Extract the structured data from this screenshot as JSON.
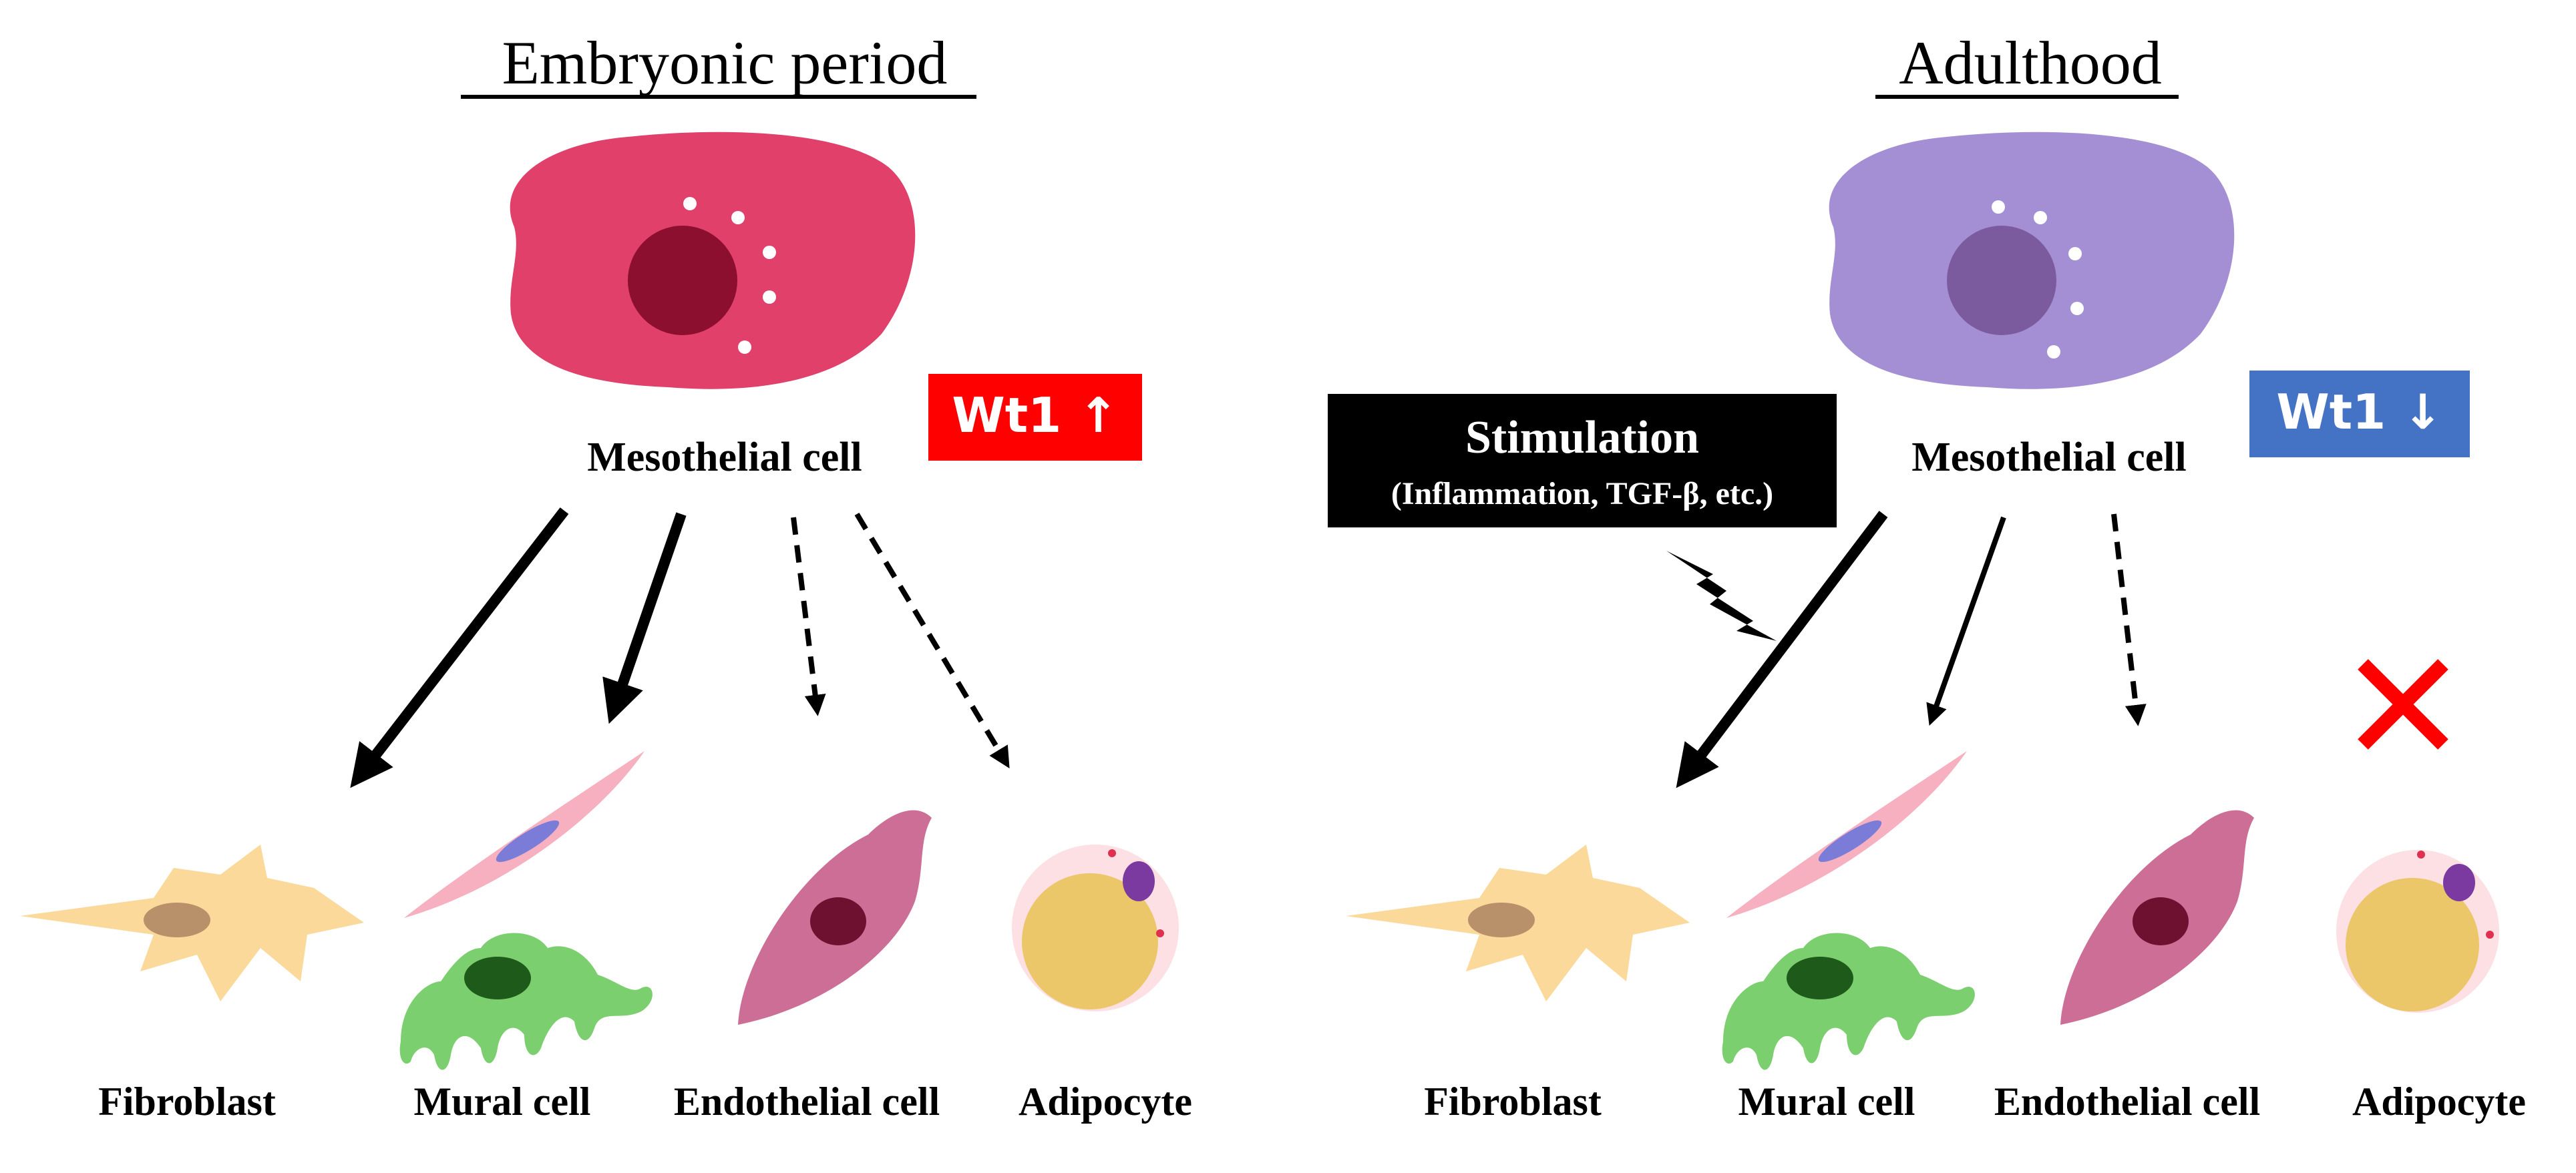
{
  "panels": {
    "embryonic": {
      "title": "Embryonic period",
      "source_label": "Mesothelial cell",
      "wt1_badge": "Wt1 ↑",
      "targets": [
        "Fibroblast",
        "Mural cell",
        "Endothelial cell",
        "Adipocyte"
      ]
    },
    "adult": {
      "title": "Adulthood",
      "source_label": "Mesothelial cell",
      "wt1_badge": "Wt1 ↓",
      "stimulation_title": "Stimulation",
      "stimulation_detail": "(Inflammation,  TGF-β, etc.)",
      "targets": [
        "Fibroblast",
        "Mural cell",
        "Endothelial cell",
        "Adipocyte"
      ]
    }
  },
  "colors": {
    "embryonic_cell": "#e0406a",
    "embryonic_nucleus": "#8c0f2f",
    "adult_cell": "#a48fd4",
    "adult_nucleus": "#7c5a9e",
    "wt1_up_badge": "#ff0000",
    "wt1_down_badge": "#4472c4",
    "stimulation_box": "#000000",
    "cross_mark": "#ff0000",
    "fibroblast": "#fbd99a",
    "mural_smooth": "#f6b0c0",
    "mural_pericyte": "#7ccf6e",
    "endothelial": "#cc6e96",
    "adipocyte_droplet": "#ecc76a"
  },
  "icons": {
    "lightning": "lightning-bolt-icon",
    "blocked": "red-x-icon"
  }
}
